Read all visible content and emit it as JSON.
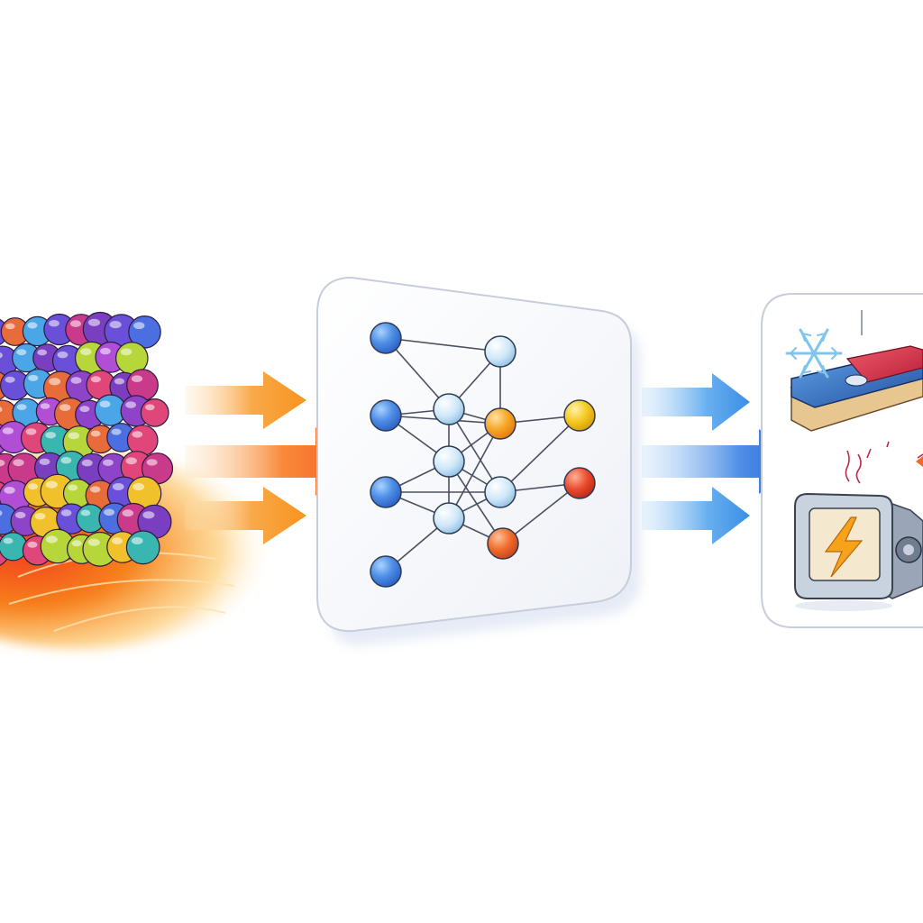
{
  "colors": {
    "background": "#ffffff",
    "heat_arrow": "#f7931e",
    "heat_arrow_hot": "#f55a1e",
    "cool_arrow": "#3a8ee6",
    "cool_arrow_deep": "#1f5fd6",
    "node_blue": "#3d7fe0",
    "node_pale": "#bfe0f5",
    "node_orange": "#f39a1e",
    "node_yellow": "#f5c21a",
    "node_red": "#e6412a",
    "panel_border": "#c7cedb",
    "lightning": "#f7a21b"
  },
  "icons": {
    "material": "crystal-lattice-icon",
    "heat": "heat-glow-icon",
    "network": "neural-network-icon",
    "cooling_device": "snowflake-cooling-plate-icon",
    "generator": "lightning-generator-icon",
    "spark": "spark-lines-icon"
  },
  "diagram": {
    "stages": [
      "material",
      "neural-network",
      "applications"
    ],
    "flow_direction": "left-to-right"
  }
}
